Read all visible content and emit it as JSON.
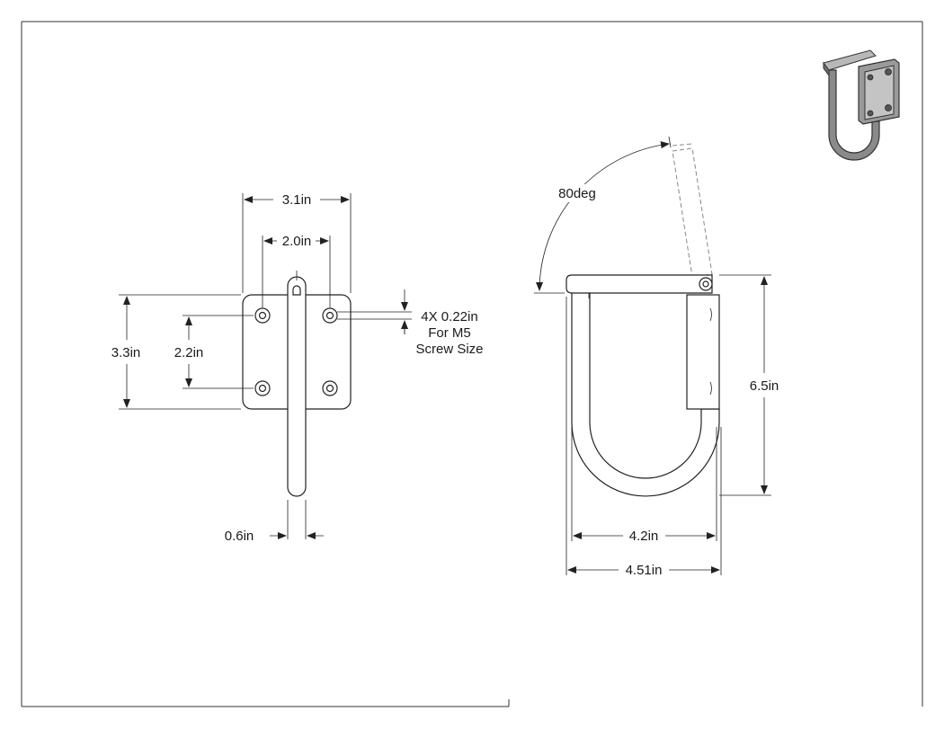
{
  "drawing": {
    "front_view": {
      "overall_width": "3.1in",
      "hole_spacing_horizontal": "2.0in",
      "overall_height": "3.3in",
      "hole_spacing_vertical": "2.2in",
      "rod_diameter": "0.6in",
      "hole_note_line1": "4X 0.22in",
      "hole_note_line2": "For M5",
      "hole_note_line3": "Screw Size"
    },
    "side_view": {
      "swing_angle": "80deg",
      "overall_height": "6.5in",
      "inner_width": "4.2in",
      "overall_width": "4.51in"
    },
    "iso_view": {
      "icon": "d-ring-iso-icon"
    }
  }
}
